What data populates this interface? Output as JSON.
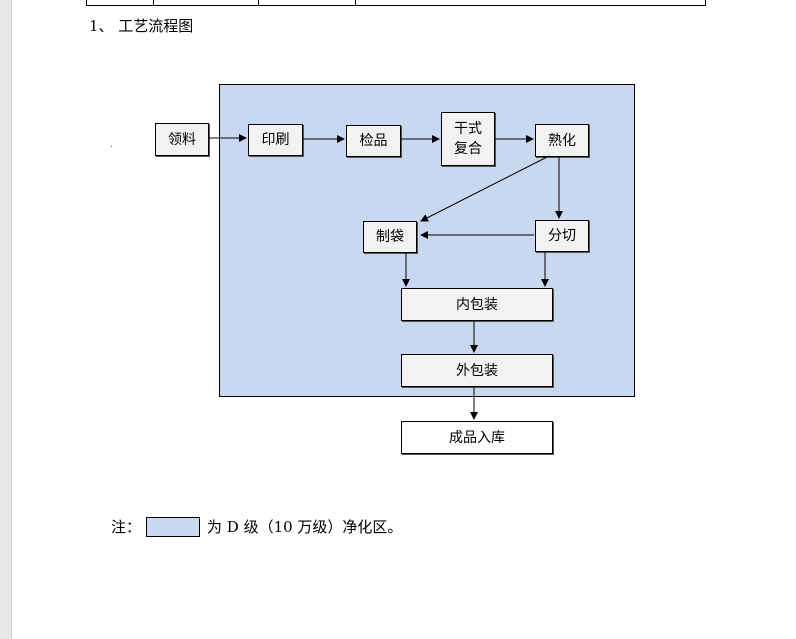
{
  "heading": "1、 工艺流程图",
  "flow": {
    "lingliao": "领料",
    "yinshua": "印刷",
    "jianpin": "检品",
    "gansi_line1": "干式",
    "gansi_line2": "复合",
    "shuhua": "熟化",
    "zhidai": "制袋",
    "fenqie": "分切",
    "neibaozhuang": "内包装",
    "waibaozhuang": "外包装",
    "chengpin": "成品入库"
  },
  "note": {
    "label": "注：",
    "text": "为 D 级（10 万级）净化区。",
    "swatch_color": "#c7d8f0"
  }
}
